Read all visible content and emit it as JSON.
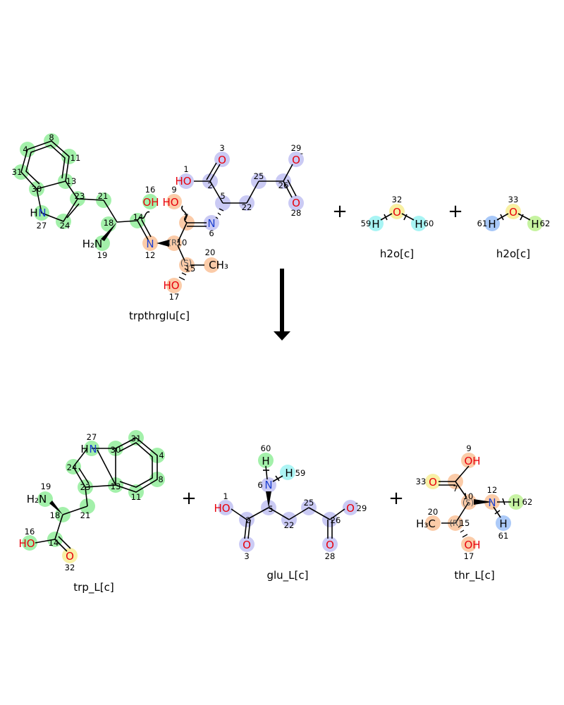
{
  "reaction": {
    "reactants": [
      {
        "name": "trpthrglu[c]"
      },
      {
        "name": "h2o[c]"
      },
      {
        "name": "h2o[c]"
      }
    ],
    "products": [
      {
        "name": "trp_L[c]"
      },
      {
        "name": "glu_L[c]"
      },
      {
        "name": "thr_L[c]"
      }
    ],
    "plus": "+"
  },
  "atoms": {
    "trpthrglu": {
      "n27": "27",
      "n30": "30",
      "n31": "31",
      "n4": "4",
      "n8": "8",
      "n11": "11",
      "n13": "13",
      "n23": "23",
      "n24": "24",
      "n21": "21",
      "n18": "18",
      "n19": "19",
      "n14": "14",
      "n16": "16",
      "n12": "12",
      "n10": "10",
      "n7": "7",
      "n9": "9",
      "n6": "6",
      "n5": "5",
      "n2": "2",
      "n1": "1",
      "n3": "3",
      "n22": "22",
      "n25": "25",
      "n26": "26",
      "n29": "29",
      "n28": "28",
      "n15": "15",
      "n17": "17",
      "n20": "20",
      "R": "(R)",
      "S": "(S)"
    },
    "h2o_a": {
      "n59": "59",
      "n32": "32",
      "n60": "60"
    },
    "h2o_b": {
      "n61": "61",
      "n33": "33",
      "n62": "62"
    },
    "trp": {
      "n27": "27",
      "n30": "30",
      "n31": "31",
      "n4": "4",
      "n8": "8",
      "n11": "11",
      "n13": "13",
      "n23": "23",
      "n24": "24",
      "n21": "21",
      "n18": "18",
      "n19": "19",
      "n14": "14",
      "n16": "16",
      "n32": "32"
    },
    "glu": {
      "n60": "60",
      "n59": "59",
      "n6": "6",
      "n5": "5",
      "n1": "1",
      "n2": "2",
      "n3": "3",
      "n22": "22",
      "n25": "25",
      "n26": "26",
      "n29": "29",
      "n28": "28"
    },
    "thr": {
      "n9": "9",
      "n33": "33",
      "n7": "7",
      "n10": "10",
      "n12": "12",
      "n62": "62",
      "n61": "61",
      "n20": "20",
      "n15": "15",
      "n17": "17",
      "R": "(R)",
      "S": "(S)"
    }
  },
  "symbols": {
    "O": "O",
    "OH": "OH",
    "HO": "HO",
    "H": "H",
    "N": "N",
    "HN": "HN",
    "H2N": "H₂N",
    "CH3": "CH₃",
    "H3C": "H₃C",
    "minus": "-"
  },
  "colors": {
    "green": "#9ff0a6",
    "blue": "#c8c8f4",
    "orange": "#fbc9a4",
    "yellow": "#f8f0a2",
    "cyan": "#a8f4f4",
    "lightblue": "#a8c8f8",
    "lime": "#c6f3a0"
  }
}
